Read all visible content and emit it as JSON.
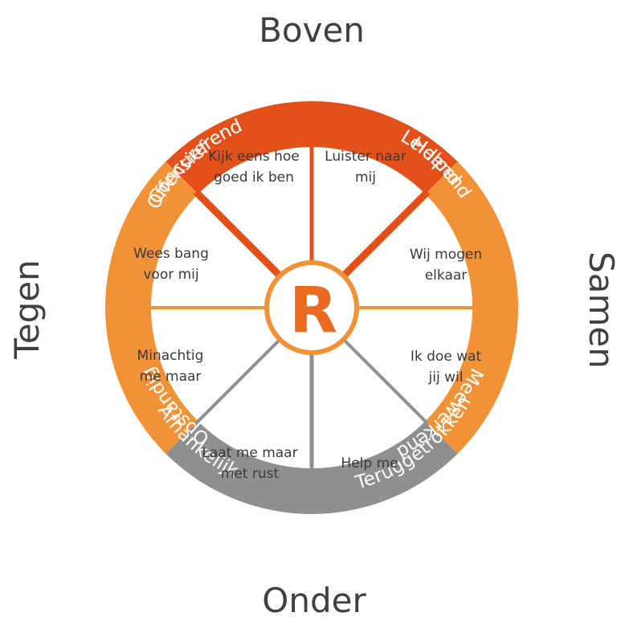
{
  "axes": {
    "top": "Boven",
    "bottom": "Onder",
    "left": "Tegen",
    "right": "Samen"
  },
  "logo": {
    "letter": "R"
  },
  "colors": {
    "top": "#e3501a",
    "sides": "#f29236",
    "bottom": "#8f8f8f",
    "text_dark": "#404040"
  },
  "ring": {
    "concurerend": "Concurerend",
    "leidend": "Leidend",
    "helpend": "Helpend",
    "meewerkend": "Meewerkend",
    "afhankelijk": "Afhankelijk",
    "teruggetrokken": "Teruggetrokken",
    "opstandig": "Opstandig",
    "offensief": "Offensief"
  },
  "inner": {
    "concurerend": [
      "Kijk eens hoe",
      "goed ik ben"
    ],
    "leidend": [
      "Luister naar",
      "mij"
    ],
    "helpend": [
      "Wij mogen",
      "elkaar"
    ],
    "meewerkend": [
      "Ik doe wat",
      "jij wil"
    ],
    "afhankelijk": [
      "Help me"
    ],
    "teruggetrokken": [
      "Laat me maar",
      "met rust"
    ],
    "opstandig": [
      "Minachtig",
      "me maar"
    ],
    "offensief": [
      "Wees bang",
      "voor mij"
    ]
  }
}
